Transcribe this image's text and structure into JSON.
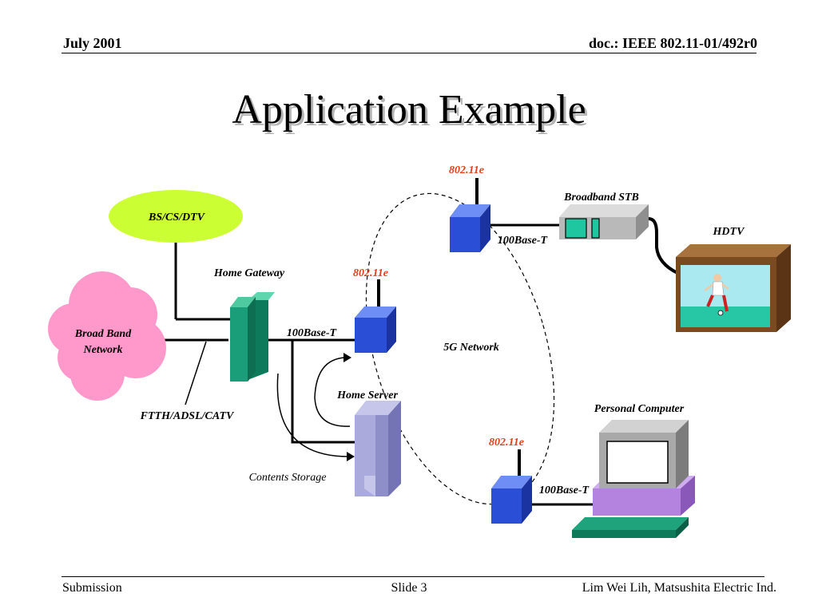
{
  "header": {
    "date": "July 2001",
    "doc": "doc.: IEEE 802.11-01/492r0"
  },
  "slide": {
    "title": "Application Example"
  },
  "footer": {
    "left": "Submission",
    "center": "Slide 3",
    "right": "Lim Wei Lih, Matsushita Electric Ind."
  },
  "diagram": {
    "broadcast_source": "BS/CS/DTV",
    "broadband_network": [
      "Broad Band",
      "Network"
    ],
    "access_link": "FTTH/ADSL/CATV",
    "home_gateway": "Home Gateway",
    "home_server": "Home Server",
    "contents_storage": "Contents Storage",
    "ap_label_top": "802.11e",
    "ap_label_mid": "802.11e",
    "ap_label_bottom": "802.11e",
    "link_gateway": "100Base-T",
    "link_stb": "100Base-T",
    "link_pc": "100Base-T",
    "wireless_network": "5G Network",
    "broadband_stb": "Broadband STB",
    "hdtv": "HDTV",
    "personal_computer": "Personal Computer"
  },
  "colors": {
    "cloud": "#ff99cc",
    "ellipse": "#ccff33",
    "gateway": "#1a9e7a",
    "access_point": "#2a4fd6",
    "server": "#aaaadd",
    "tv_frame": "#7a4a20",
    "tv_screen": "#a9e9ef",
    "pc_base": "#b483e0",
    "keyboard": "#1fa37c",
    "label_red": "#e2401c"
  }
}
